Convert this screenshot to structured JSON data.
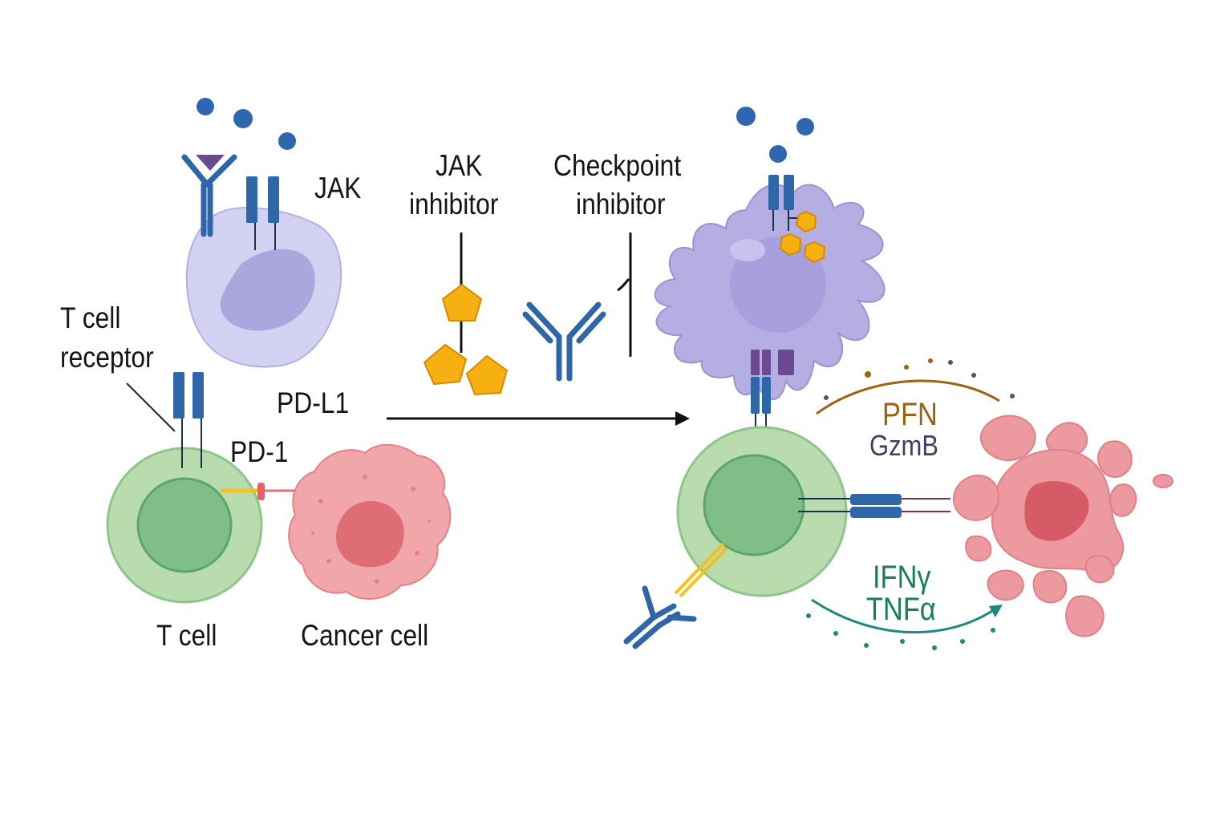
{
  "labels": {
    "jak": "JAK",
    "jak_inhibitor_line1": "JAK",
    "jak_inhibitor_line2": "inhibitor",
    "checkpoint_line1": "Checkpoint",
    "checkpoint_line2": "inhibitor",
    "tcr_line1": "T cell",
    "tcr_line2": "receptor",
    "pd_l1": "PD-L1",
    "pd_1": "PD-1",
    "t_cell": "T cell",
    "cancer_cell": "Cancer cell",
    "pfn": "PFN",
    "gzmb": "GzmB",
    "ifn": "IFNγ",
    "tnf": "TNFα"
  },
  "colors": {
    "receptor_blue": "#2f66a8",
    "cell_lavender": "#c6c3ea",
    "dendritic_purple": "#aea6dd",
    "t_cell_green": "#b5d9a8",
    "t_cell_nucleus": "#77bb82",
    "cancer_pink": "#f0a3a6",
    "cancer_nucleus": "#dd6d72",
    "inhibitor_orange": "#f7b012",
    "pfn_brown": "#9a6412",
    "ifn_teal": "#1b8a78"
  }
}
